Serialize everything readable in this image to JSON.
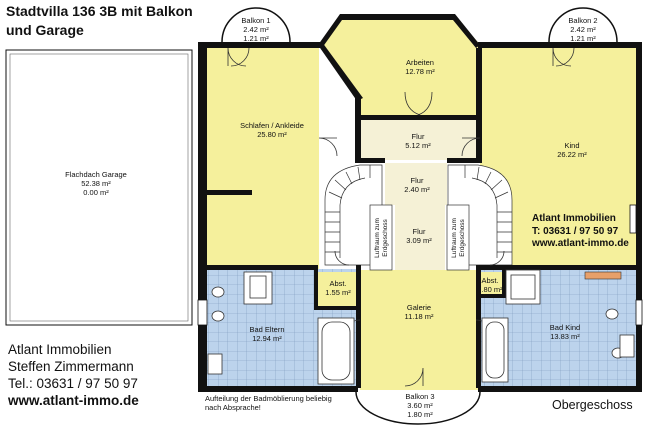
{
  "title": {
    "line1": "Stadtvilla 136 3B mit Balkon",
    "line2": "und Garage"
  },
  "contact_left": {
    "company": "Atlant Immobilien",
    "person": "Steffen Zimmermann",
    "phone": "Tel.: 03631 / 97 50 97",
    "web": "www.atlant-immo.de"
  },
  "contact_right": {
    "company": "Atlant Immobilien",
    "phone": "T: 03631 / 97 50 97",
    "web": "www.atlant-immo.de"
  },
  "floor_label": "Obergeschoss",
  "note": "Aufteilung der Badmöblierung beliebig nach Absprache!",
  "rooms": {
    "garage": {
      "name": "Flachdach Garage",
      "area": "52.38 m²",
      "area2": "0.00 m²"
    },
    "balkon1": {
      "name": "Balkon 1",
      "area": "2.42 m²",
      "area2": "1.21 m²"
    },
    "balkon2": {
      "name": "Balkon 2",
      "area": "2.42 m²",
      "area2": "1.21 m²"
    },
    "balkon3": {
      "name": "Balkon 3",
      "area": "3.60 m²",
      "area2": "1.80 m²"
    },
    "arbeiten": {
      "name": "Arbeiten",
      "area": "12.78 m²"
    },
    "schlafen": {
      "name": "Schlafen / Ankleide",
      "area": "25.80 m²"
    },
    "kind": {
      "name": "Kind",
      "area": "26.22 m²"
    },
    "flur1": {
      "name": "Flur",
      "area": "5.12 m²"
    },
    "flur2": {
      "name": "Flur",
      "area": "2.40 m²"
    },
    "flur3": {
      "name": "Flur",
      "area": "3.09 m²"
    },
    "galerie": {
      "name": "Galerie",
      "area": "11.18 m²"
    },
    "abst1": {
      "name": "Abst.",
      "area": "1.55 m²"
    },
    "abst2": {
      "name": "Abst.",
      "area": ".80 m²"
    },
    "bad_eltern": {
      "name": "Bad Eltern",
      "area": "12.94 m²"
    },
    "bad_kind": {
      "name": "Bad Kind",
      "area": "13.83 m²"
    }
  },
  "luftraum": {
    "line1": "Luftraum zum",
    "line2": "Erdgeschoss"
  },
  "colors": {
    "living": "#f5f09c",
    "hall": "#f5f1d6",
    "bath_tile": "#bcd3ec",
    "wall": "#111111"
  }
}
